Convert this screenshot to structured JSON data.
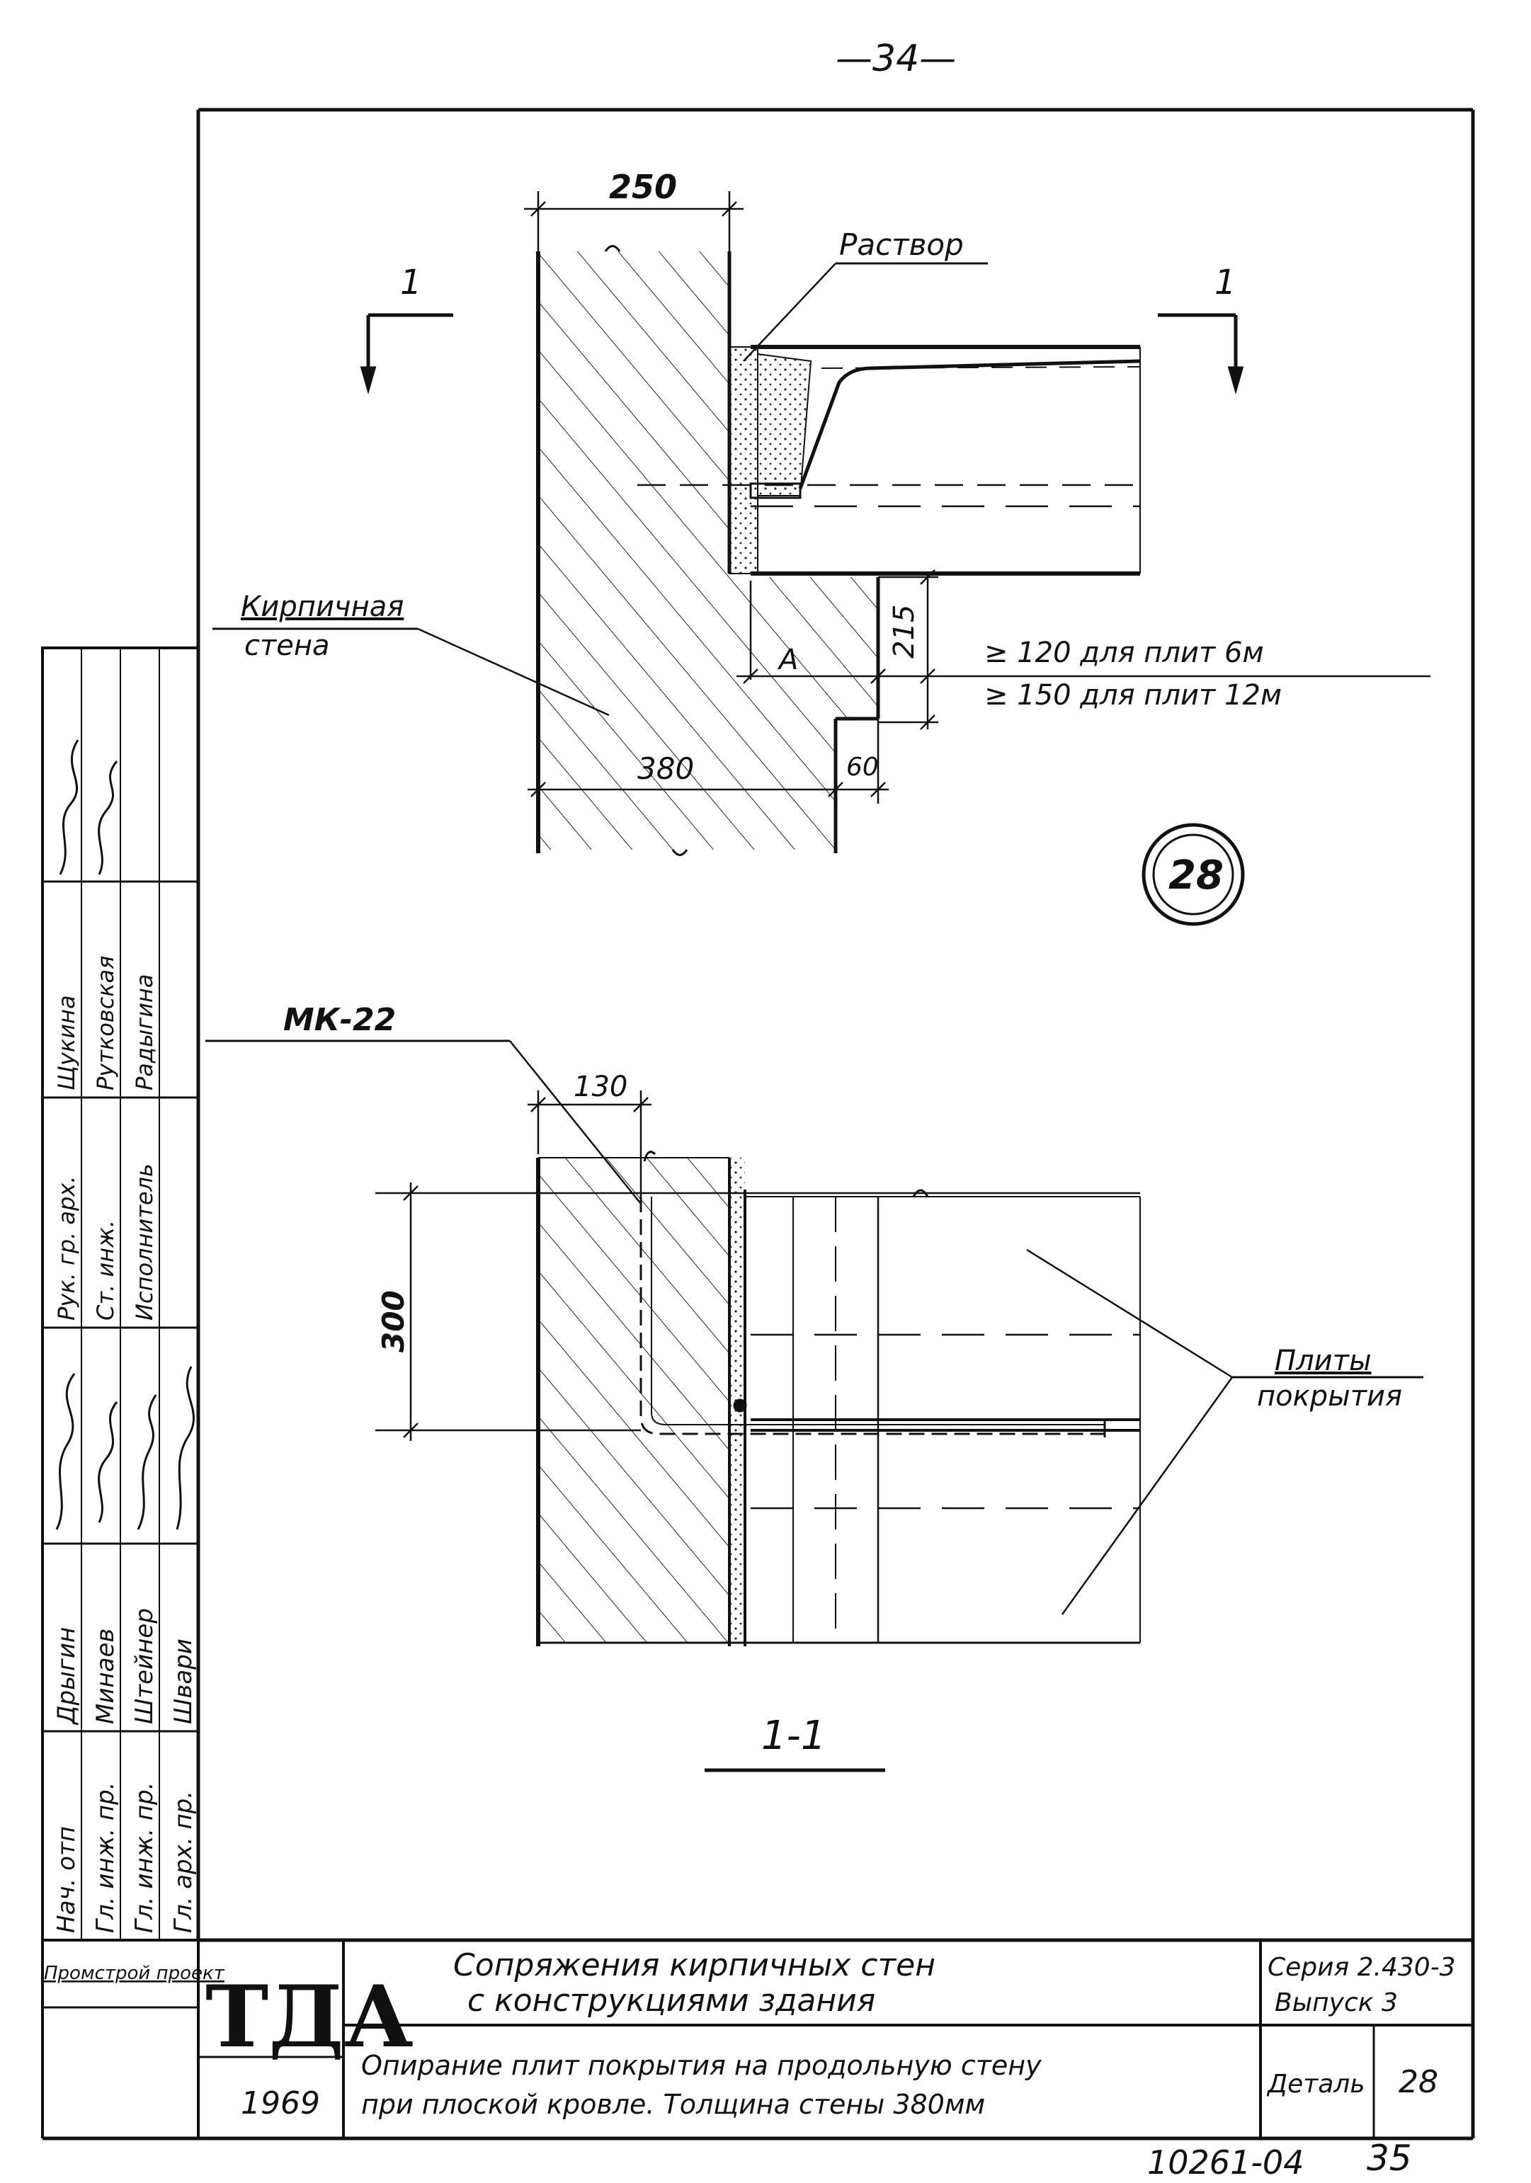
{
  "page_number": "—34—",
  "drawing": {
    "top_view": {
      "section_mark_left": "1",
      "section_mark_right": "1",
      "dim_top": "250",
      "label_mortar": "Раствор",
      "label_wall_line1": "Кирпичная",
      "label_wall_line2": "стена",
      "dim_215": "215",
      "label_A": "А",
      "dim_380": "380",
      "dim_60": "60",
      "note_line1": "≥ 120 для плит 6м",
      "note_line2": "≥ 150 для плит 12м",
      "detail_marker": "28"
    },
    "section_view": {
      "label_anchor": "МК-22",
      "dim_130": "130",
      "dim_300": "300",
      "label_slabs_line1": "Плиты",
      "label_slabs_line2": "покрытия",
      "section_title": "1-1"
    }
  },
  "side_stamp": {
    "roles": [
      "Нач. отп",
      "Гл. инж. пр.",
      "Гл. инж. пр.",
      "Гл. арх. пр."
    ],
    "names_a": [
      "Дрыгин",
      "Минаев",
      "Штейнер",
      "Швари"
    ],
    "roles_b": [
      "Рук. гр. арх.",
      "Ст. инж.",
      "Исполнитель"
    ],
    "names_b": [
      "Щукина",
      "Рутковская",
      "Радыгина"
    ],
    "org": "Промстрой проект"
  },
  "title_block": {
    "logo": "ТДА",
    "year": "1969",
    "title_line1": "Сопряжения кирпичных стен",
    "title_line2": "с конструкциями здания",
    "subtitle_line1": "Опирание плит покрытия на продольную стену",
    "subtitle_line2": "при плоской кровле. Толщина стены 380мм",
    "series_line1": "Серия 2.430-3",
    "series_line2": "Выпуск 3",
    "detail_label": "Деталь",
    "detail_number": "28"
  },
  "footer_code": "10261-04",
  "footer_sheet": "35"
}
